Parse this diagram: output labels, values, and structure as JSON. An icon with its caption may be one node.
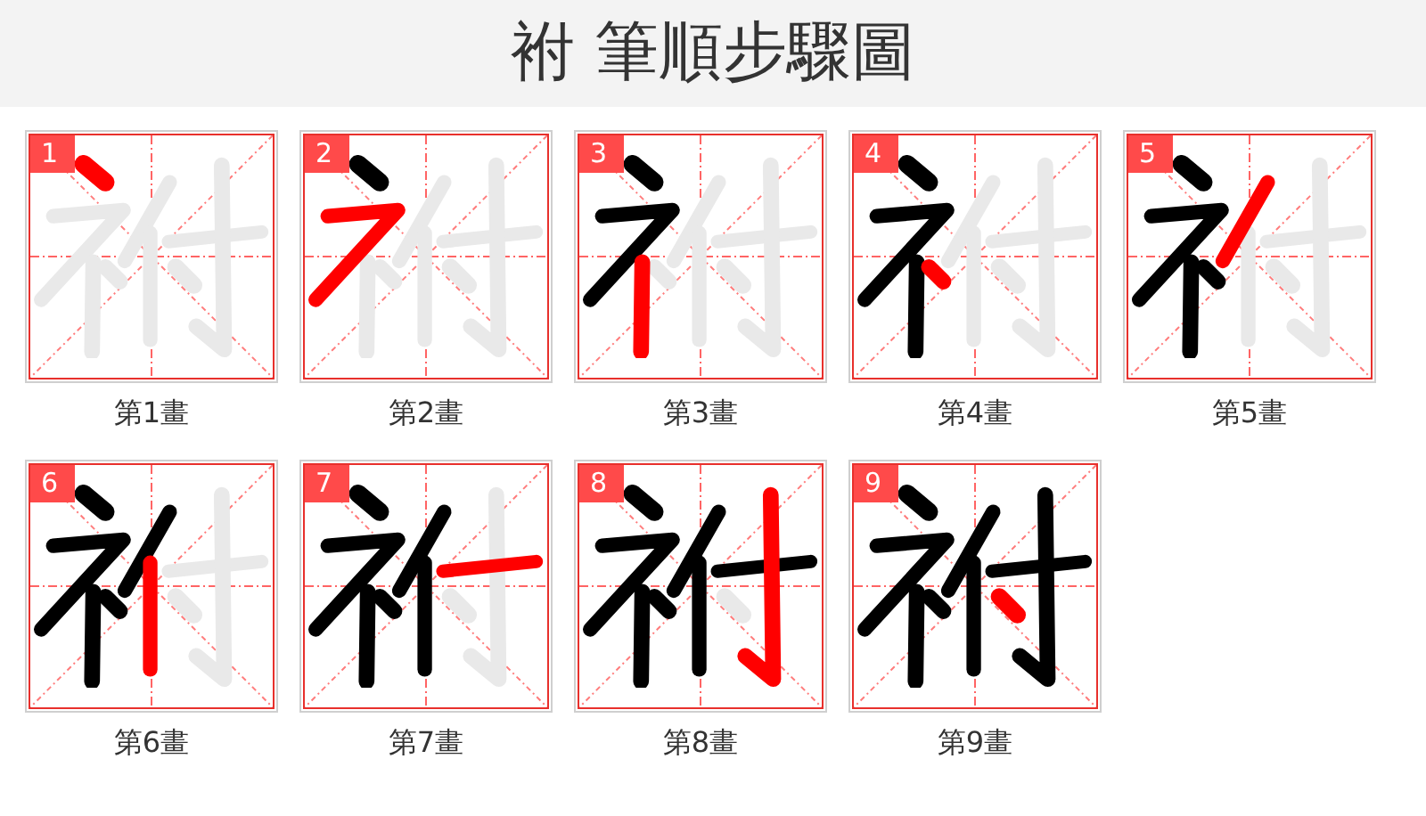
{
  "diagram": {
    "title": "袝 筆順步驟圖",
    "nodes": [
      {
        "text": [
          "1"
        ],
        "beside": [
          "第1畫"
        ]
      },
      {
        "text": [
          "2"
        ],
        "beside": [
          "第2畫"
        ]
      },
      {
        "text": [
          "3"
        ],
        "beside": [
          "第3畫"
        ]
      },
      {
        "text": [
          "4"
        ],
        "beside": [
          "第4畫"
        ]
      },
      {
        "text": [
          "5"
        ],
        "beside": [
          "第5畫"
        ]
      },
      {
        "text": [
          "6"
        ],
        "beside": [
          "第6畫"
        ]
      },
      {
        "text": [
          "7"
        ],
        "beside": [
          "第7畫"
        ]
      },
      {
        "text": [
          "8"
        ],
        "beside": [
          "第8畫"
        ]
      },
      {
        "text": [
          "9"
        ],
        "beside": [
          "第9畫"
        ]
      }
    ]
  }
}
